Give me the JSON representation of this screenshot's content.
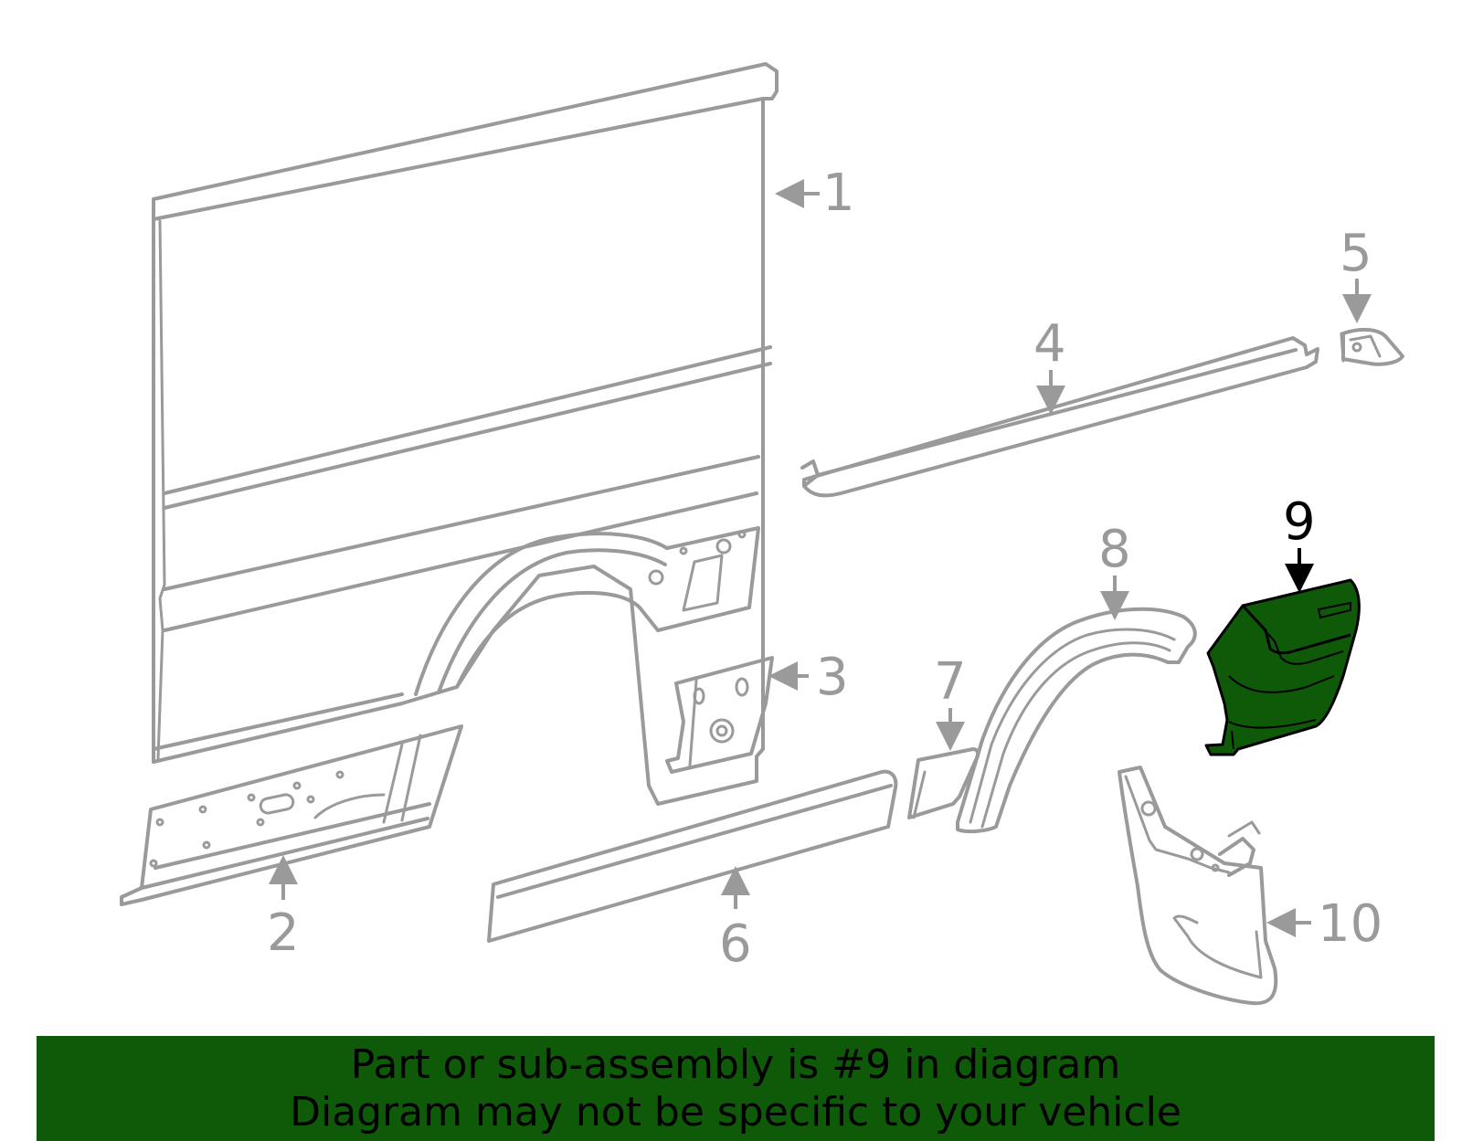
{
  "callouts": {
    "c1": "1",
    "c2": "2",
    "c3": "3",
    "c4": "4",
    "c5": "5",
    "c6": "6",
    "c7": "7",
    "c8": "8",
    "c9": "9",
    "c10": "10"
  },
  "highlight_color": "#0f5a08",
  "line_color": "#9a9a9a",
  "banner": {
    "line1": "Part or sub-assembly is #9 in diagram",
    "line2": "Diagram may not be specific to your vehicle"
  }
}
